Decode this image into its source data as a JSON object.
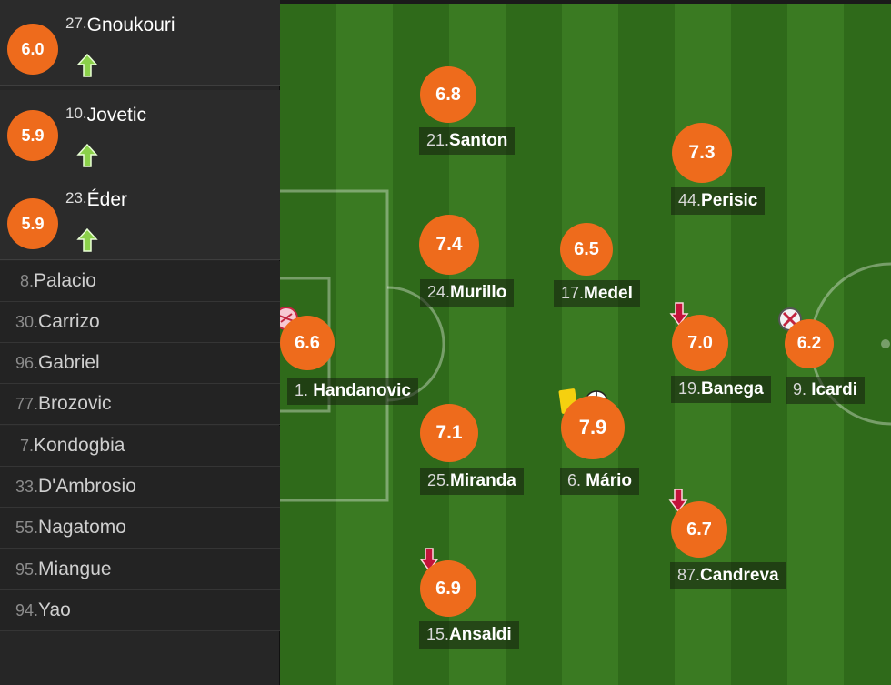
{
  "substitutes": [
    {
      "rating": "6.0",
      "number": "27.",
      "name": "Gnoukouri"
    },
    {
      "rating": "5.9",
      "number": "10.",
      "name": "Jovetic"
    },
    {
      "rating": "5.9",
      "number": "23.",
      "name": "Éder"
    }
  ],
  "bench": [
    {
      "number": "8.",
      "name": "Palacio"
    },
    {
      "number": "30.",
      "name": "Carrizo"
    },
    {
      "number": "96.",
      "name": "Gabriel"
    },
    {
      "number": "77.",
      "name": "Brozovic"
    },
    {
      "number": "7.",
      "name": "Kondogbia"
    },
    {
      "number": "33.",
      "name": "D'Ambrosio"
    },
    {
      "number": "55.",
      "name": "Nagatomo"
    },
    {
      "number": "95.",
      "name": "Miangue"
    },
    {
      "number": "94.",
      "name": "Yao"
    }
  ],
  "players": {
    "handanovic": {
      "rating": "6.6",
      "number": "1.",
      "name": "Handanovic"
    },
    "santon": {
      "rating": "6.8",
      "number": "21.",
      "name": "Santon"
    },
    "murillo": {
      "rating": "7.4",
      "number": "24.",
      "name": "Murillo"
    },
    "miranda": {
      "rating": "7.1",
      "number": "25.",
      "name": "Miranda"
    },
    "ansaldi": {
      "rating": "6.9",
      "number": "15.",
      "name": "Ansaldi"
    },
    "medel": {
      "rating": "6.5",
      "number": "17.",
      "name": "Medel"
    },
    "mario": {
      "rating": "7.9",
      "number": "6.",
      "name": "Mário"
    },
    "perisic": {
      "rating": "7.3",
      "number": "44.",
      "name": "Perisic"
    },
    "banega": {
      "rating": "7.0",
      "number": "19.",
      "name": "Banega"
    },
    "candreva": {
      "rating": "6.7",
      "number": "87.",
      "name": "Candreva"
    },
    "icardi": {
      "rating": "6.2",
      "number": "9.",
      "name": "Icardi"
    }
  },
  "colors": {
    "rating_badge": "#ee6b1c",
    "sub_in_arrow": "#8bd14a",
    "sub_out_arrow": "#c3123a",
    "yellow_card": "#f5d00f"
  }
}
